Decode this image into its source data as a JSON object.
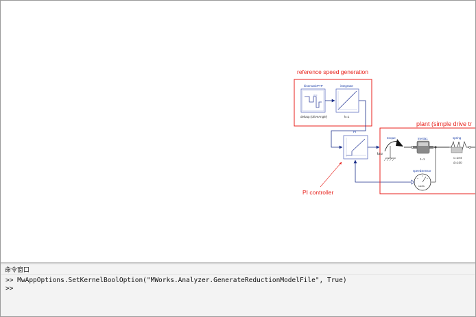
{
  "diagram": {
    "ref_group_label": "reference speed generation",
    "plant_group_label": "plant (simple drive tr",
    "pi_annotation": "PI controller",
    "blocks": {
      "kinematic": {
        "name": "kinematicPTP",
        "param": "deltaq={driveAngle}"
      },
      "integrator": {
        "name": "integrator",
        "param": "k=1"
      },
      "pi": {
        "name": "PI"
      },
      "torque": {
        "name": "torque",
        "port": "tau"
      },
      "inertia": {
        "name": "inertia1",
        "param": "J=1"
      },
      "spring": {
        "name": "spring",
        "param1": "c=1e4",
        "param2": "d=100"
      },
      "speedsensor": {
        "name": "speedSensor",
        "unit": "rad/s"
      }
    },
    "colors": {
      "accent_red": "#e8221c",
      "block_blue": "#1d3fa8",
      "wire_blue": "#1b2f8a"
    }
  },
  "command_window": {
    "title": "命令窗口",
    "lines": [
      ">> MwAppOptions.SetKernelBoolOption(\"MWorks.Analyzer.GenerateReductionModelFile\", True)",
      ">>"
    ]
  }
}
